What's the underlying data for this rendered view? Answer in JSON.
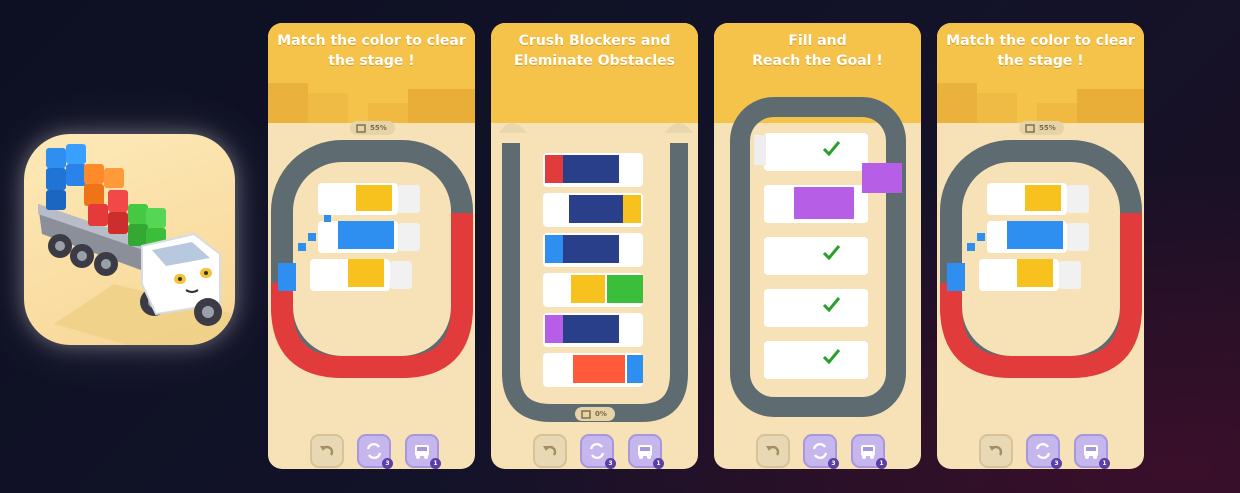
{
  "store": {
    "app_icon": "truck-app-icon"
  },
  "screenshots": [
    {
      "title_line1": "Match the color to clear",
      "title_line2": "the stage !",
      "progress": "55%",
      "shuffle_count": "3",
      "truck_count": "1"
    },
    {
      "title_line1": "Crush Blockers and",
      "title_line2": "Eleminate Obstacles",
      "progress": "0%",
      "shuffle_count": "3",
      "truck_count": "1"
    },
    {
      "title_line1": "Fill and",
      "title_line2": "Reach the Goal !",
      "progress": "",
      "shuffle_count": "3",
      "truck_count": "1"
    },
    {
      "title_line1": "Match the color to clear",
      "title_line2": "the stage !",
      "progress": "55%",
      "shuffle_count": "3",
      "truck_count": "1"
    }
  ],
  "colors": {
    "banner": "#f5c24a",
    "background": "#f6e2b6",
    "track": "#5e6b70",
    "red": "#e23b3b",
    "blue": "#2f8ff0",
    "yellow": "#f8c21e",
    "green": "#3bbf3b",
    "purple": "#b65ee6"
  }
}
